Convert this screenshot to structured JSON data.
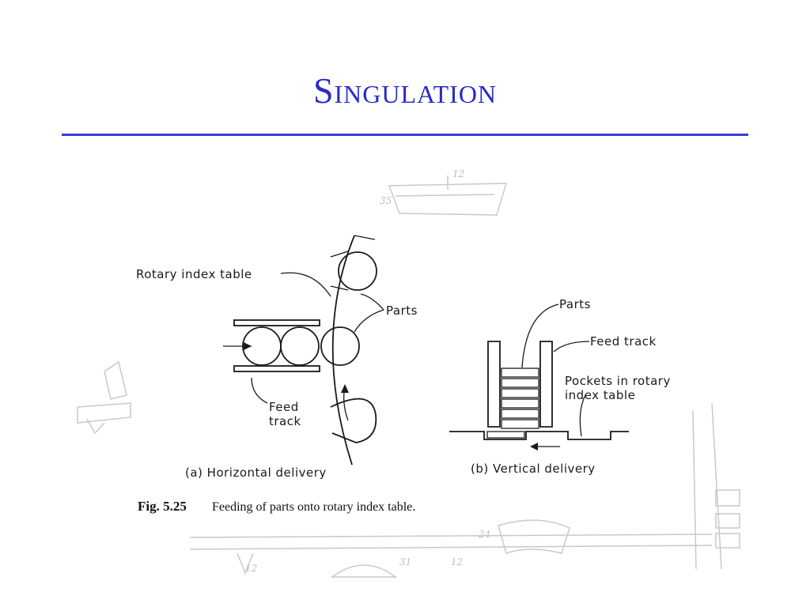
{
  "slide": {
    "title": "Singulation"
  },
  "figure": {
    "panel_a": {
      "label_rotary": "Rotary index table",
      "label_parts": "Parts",
      "label_feed_1": "Feed",
      "label_feed_2": "track",
      "caption": "(a) Horizontal delivery"
    },
    "panel_b": {
      "label_parts": "Parts",
      "label_feed": "Feed track",
      "label_pockets_1": "Pockets in rotary",
      "label_pockets_2": "index table",
      "caption": "(b) Vertical delivery"
    },
    "caption_number": "Fig. 5.25",
    "caption_text": "Feeding of parts onto rotary index table."
  },
  "background_sketch": {
    "labels": [
      "12",
      "35",
      "31",
      "12",
      "24",
      "12"
    ]
  }
}
